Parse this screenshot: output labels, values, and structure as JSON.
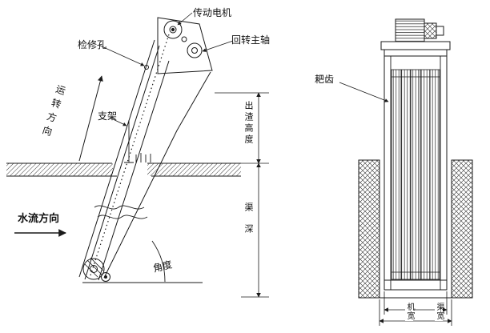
{
  "diagram": {
    "type": "engineering-drawing",
    "left_view": {
      "labels": {
        "drive_motor": "传动电机",
        "inspection_hole": "检修孔",
        "rotary_main_shaft": "回转主轴",
        "running_direction": "运转方向",
        "support_frame": "支架",
        "water_flow_direction": "水流方向",
        "installation_angle": "角度",
        "discharge_height": "出渣高度",
        "channel_depth": "渠深"
      }
    },
    "right_view": {
      "labels": {
        "rake_teeth": "耙齿",
        "machine_width": "机宽",
        "channel_width": "渠宽"
      }
    },
    "colors": {
      "line": "#1a1a1a",
      "background": "#ffffff"
    }
  }
}
